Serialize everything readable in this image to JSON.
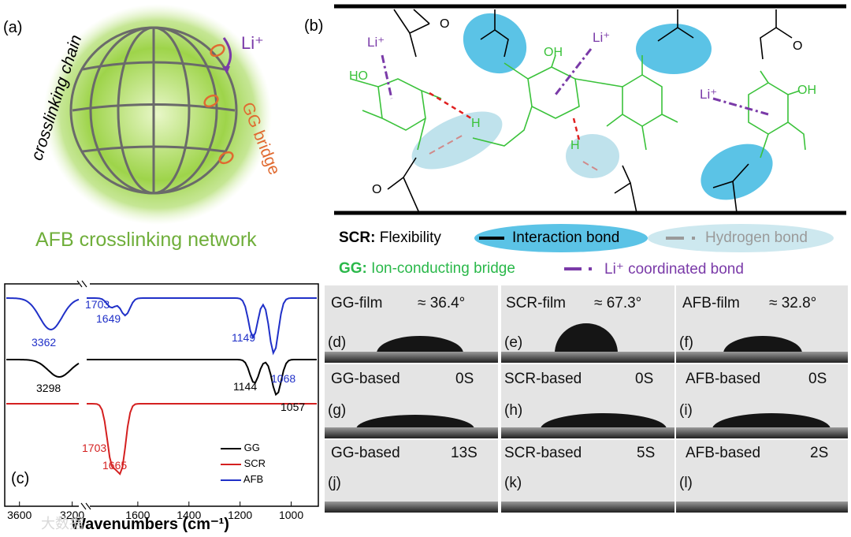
{
  "panel_a": {
    "label": "(a)",
    "crosslinking_chain": "crosslinking chain",
    "li_ion": "Li⁺",
    "gg_bridge": "GG bridge",
    "network_title": "AFB crosslinking network"
  },
  "panel_b": {
    "label": "(b)",
    "li_labels": [
      "Li⁺",
      "Li⁺",
      "Li⁺"
    ],
    "atom_o": "O",
    "atom_oh": "OH",
    "atom_ho": "HO",
    "atom_h": "H",
    "legend": {
      "scr_key": "SCR:",
      "scr_text": "Flexibility",
      "interaction": "Interaction bond",
      "hydrogen": "Hydrogen bond",
      "gg_key": "GG:",
      "gg_text": "Ion-conducting bridge",
      "li_coord": "Li⁺ coordinated bond"
    }
  },
  "panel_c": {
    "label": "(c)",
    "xlabel": "Wavenumbers (cm⁻¹)",
    "x_ticks": [
      "3600",
      "3200",
      "1600",
      "1400",
      "1200",
      "1000"
    ],
    "legend": [
      "GG",
      "SCR",
      "AFB"
    ],
    "colors": {
      "GG": "#000000",
      "SCR": "#d42020",
      "AFB": "#2030c8"
    }
  },
  "chart_data": {
    "type": "line",
    "xlabel": "Wavenumbers (cm⁻¹)",
    "ylabel": "",
    "x_axis_break": [
      3150,
      1800
    ],
    "series": [
      {
        "name": "AFB",
        "peaks": [
          3362,
          1703,
          1649,
          1149,
          1068
        ]
      },
      {
        "name": "GG",
        "peaks": [
          3298,
          1144,
          1057
        ]
      },
      {
        "name": "SCR",
        "peaks": [
          1703,
          1665
        ]
      }
    ],
    "annotations": [
      {
        "series": "AFB",
        "text": "3362"
      },
      {
        "series": "AFB",
        "text": "1703"
      },
      {
        "series": "AFB",
        "text": "1649"
      },
      {
        "series": "AFB",
        "text": "1149"
      },
      {
        "series": "AFB",
        "text": "1068"
      },
      {
        "series": "GG",
        "text": "3298"
      },
      {
        "series": "GG",
        "text": "1144"
      },
      {
        "series": "GG",
        "text": "1057"
      },
      {
        "series": "SCR",
        "text": "1703"
      },
      {
        "series": "SCR",
        "text": "1665"
      }
    ]
  },
  "contact_angle": {
    "panels": [
      {
        "label": "(d)",
        "title": "GG-film",
        "value": "≈ 36.4°"
      },
      {
        "label": "(e)",
        "title": "SCR-film",
        "value": "≈ 67.3°"
      },
      {
        "label": "(f)",
        "title": "AFB-film",
        "value": "≈ 32.8°"
      },
      {
        "label": "(g)",
        "title": "GG-based",
        "value": "0S"
      },
      {
        "label": "(h)",
        "title": "SCR-based",
        "value": "0S"
      },
      {
        "label": "(i)",
        "title": "AFB-based",
        "value": "0S"
      },
      {
        "label": "(j)",
        "title": "GG-based",
        "value": "13S"
      },
      {
        "label": "(k)",
        "title": "SCR-based",
        "value": "5S"
      },
      {
        "label": "(l)",
        "title": "AFB-based",
        "value": "2S"
      }
    ]
  },
  "watermark": "大数据"
}
